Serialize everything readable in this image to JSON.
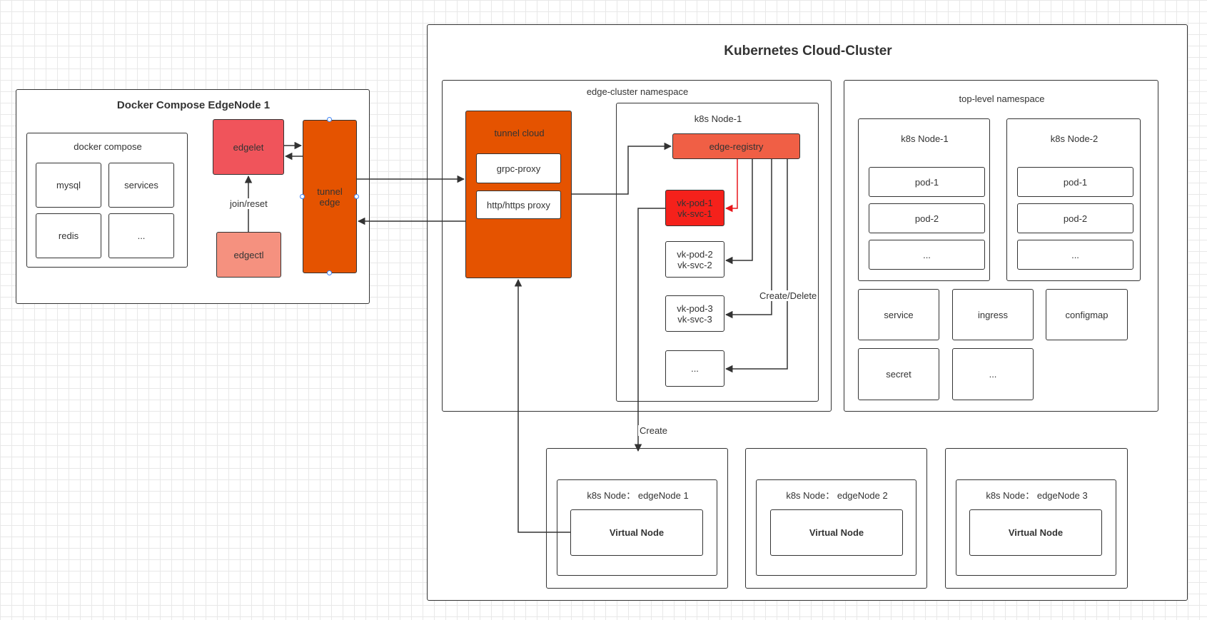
{
  "edge_node": {
    "title": "Docker Compose EdgeNode 1",
    "compose_title": "docker compose",
    "services": [
      "mysql",
      "services",
      "redis",
      "..."
    ],
    "edgelet": "edgelet",
    "edgectl": "edgectl",
    "tunnel_edge": "tunnel\nedge",
    "join_reset": "join/reset"
  },
  "cluster": {
    "title": "Kubernetes Cloud-Cluster",
    "edge_namespace": {
      "title": "edge-cluster namespace",
      "tunnel_cloud": {
        "title": "tunnel cloud",
        "grpc_proxy": "grpc-proxy",
        "http_proxy": "http/https proxy"
      },
      "node": {
        "title": "k8s Node-1",
        "registry": "edge-registry",
        "vk_pods": [
          "vk-pod-1\nvk-svc-1",
          "vk-pod-2\nvk-svc-2",
          "vk-pod-3\nvk-svc-3",
          "..."
        ],
        "create_delete": "Create/Delete"
      }
    },
    "top_namespace": {
      "title": "top-level namespace",
      "nodes": [
        {
          "title": "k8s Node-1",
          "pods": [
            "pod-1",
            "pod-2",
            "..."
          ]
        },
        {
          "title": "k8s Node-2",
          "pods": [
            "pod-1",
            "pod-2",
            "..."
          ]
        }
      ],
      "resources": [
        "service",
        "ingress",
        "configmap",
        "secret",
        "..."
      ]
    },
    "create_label": "Create",
    "edge_nodes": [
      {
        "title": "k8s Node：  edgeNode 1",
        "inner": "Virtual Node"
      },
      {
        "title": "k8s Node：  edgeNode 2",
        "inner": "Virtual Node"
      },
      {
        "title": "k8s Node：  edgeNode 3",
        "inner": "Virtual Node"
      }
    ]
  },
  "colors": {
    "edgelet": "#f0545b",
    "edgectl": "#f5917f",
    "tunnel": "#e55300",
    "registry": "#f05f45",
    "vk_pod_active": "#f5211b",
    "highlight_arrow": "#e8161b",
    "line": "#333333"
  }
}
